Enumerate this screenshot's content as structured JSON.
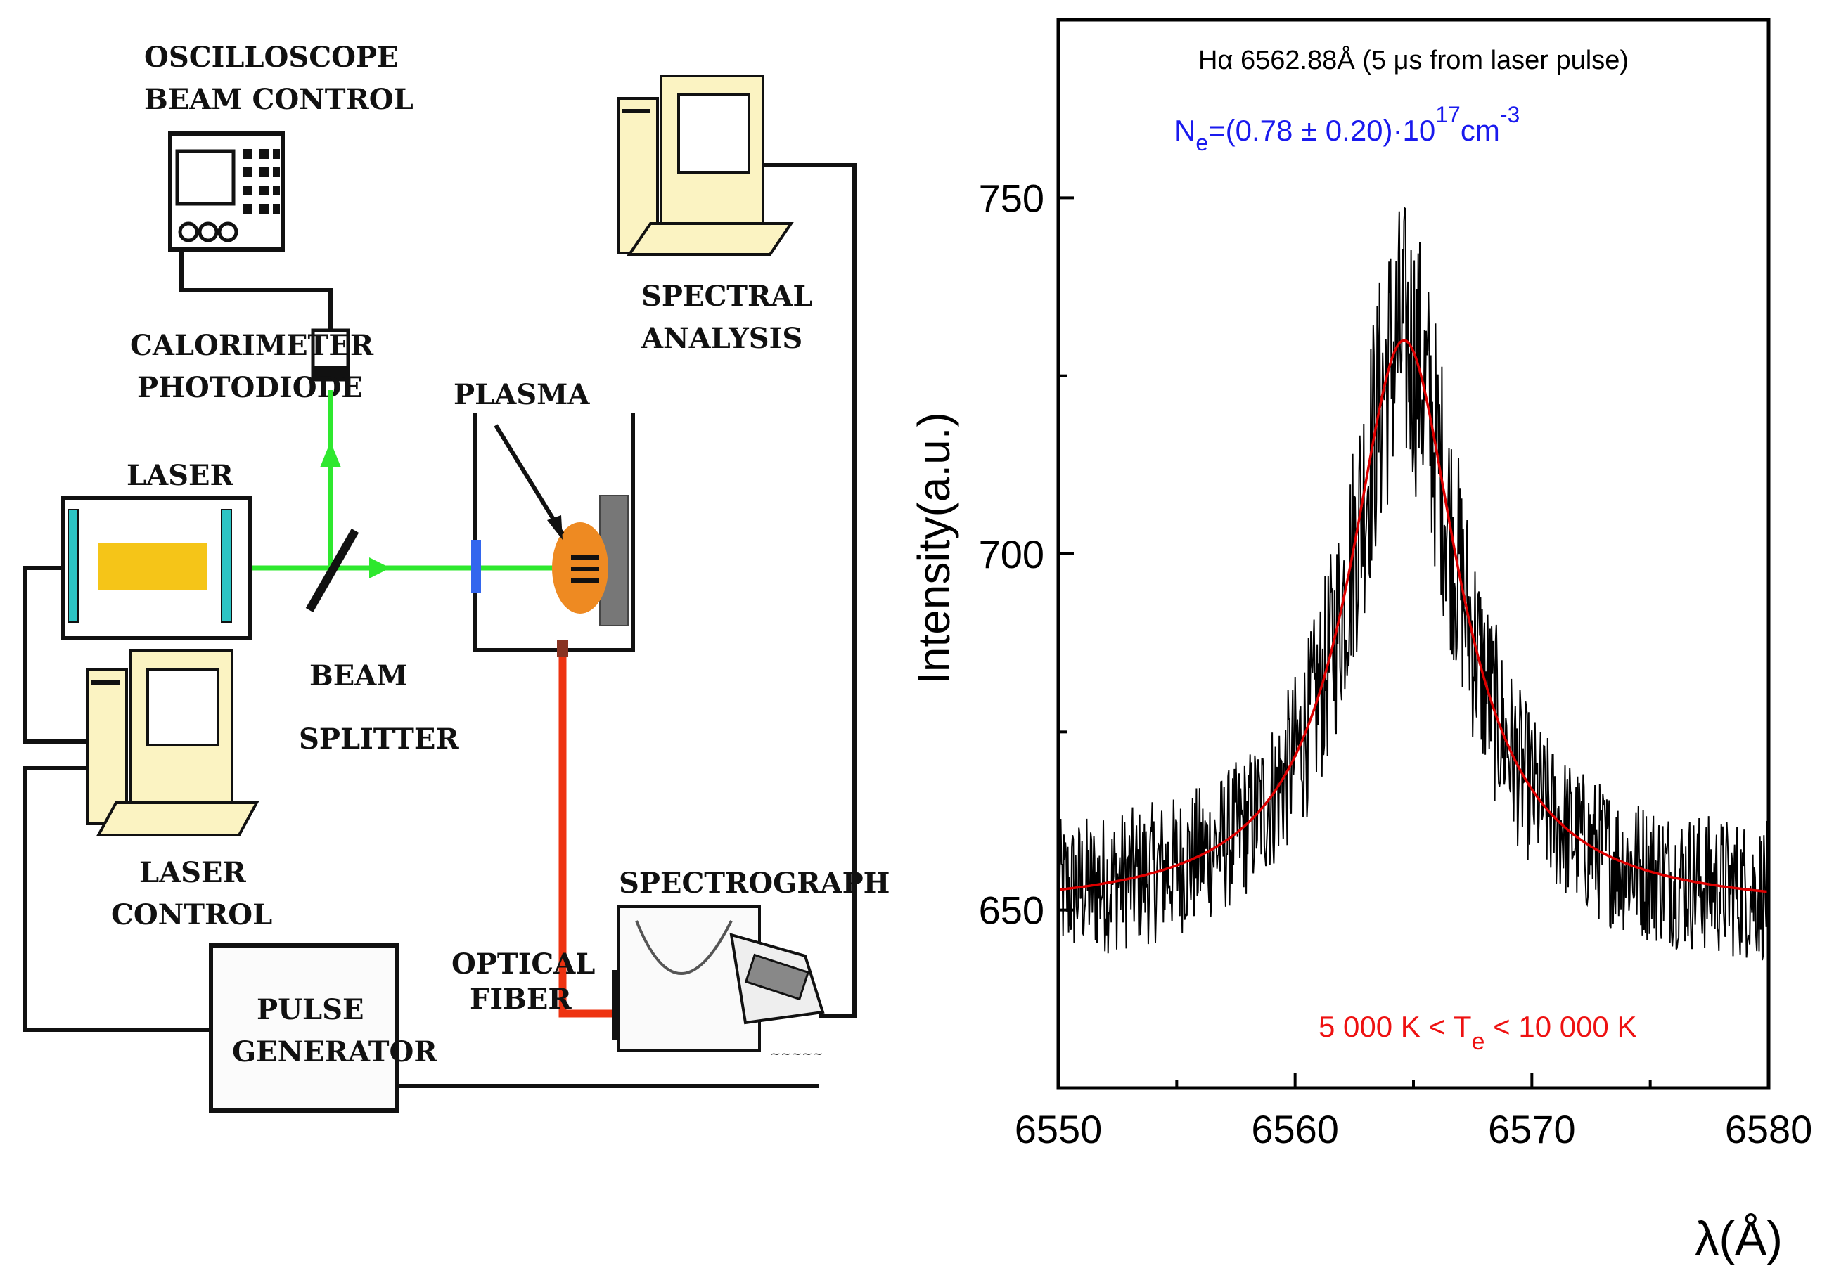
{
  "diagram": {
    "labels": {
      "oscilloscope_line1": "OSCILLOSCOPE",
      "oscilloscope_line2": "BEAM CONTROL",
      "spectral_line1": "SPECTRAL",
      "spectral_line2": "ANALYSIS",
      "calorimeter_line1": "CALORIMETER",
      "calorimeter_line2": "PHOTODIODE",
      "plasma": "PLASMA",
      "laser": "LASER",
      "beam_line1": "BEAM",
      "beam_line2": "SPLITTER",
      "laser_control_line1": "LASER",
      "laser_control_line2": "CONTROL",
      "spectrograph": "SPECTROGRAPH",
      "optical_line1": "OPTICAL",
      "optical_line2": "FIBER",
      "pulse_line1": "PULSE",
      "pulse_line2": "GENERATOR"
    },
    "colors": {
      "beam": "#2ee82e",
      "fiber": "#ee3311",
      "laser_rod": "#f5c518",
      "mirror": "#2cc4c4",
      "computer": "#fbf3c2",
      "wire": "#111111"
    }
  },
  "chart_data": {
    "type": "line",
    "title": "Hα  6562.88Å (5 μs from laser pulse)",
    "annotations": {
      "density_prefix": "N",
      "density_sub": "e",
      "density_mid": "=(0.78 ± 0.20)·10",
      "density_sup": "17",
      "density_unit": "cm",
      "density_unit_sup": "-3",
      "temp_prefix": "5 000 K <  T",
      "temp_sub": "e",
      "temp_suffix": " <  10 000 K"
    },
    "xlabel": "λ(Å)",
    "ylabel": "Intensity(a.u.)",
    "xlim": [
      6550,
      6580
    ],
    "ylim": [
      625,
      775
    ],
    "xticks": [
      6550,
      6560,
      6570,
      6580
    ],
    "yticks": [
      650,
      700,
      750
    ],
    "series": [
      {
        "style": "noisy-measured",
        "color": "#000000",
        "peak_center": 6564.6,
        "baseline": 650,
        "peak_height": 80,
        "hwhm": 2.8
      },
      {
        "style": "lorentzian-fit",
        "color": "#dd0000",
        "peak_center": 6564.6,
        "baseline": 650,
        "peak_height": 80,
        "hwhm": 2.8
      }
    ]
  }
}
